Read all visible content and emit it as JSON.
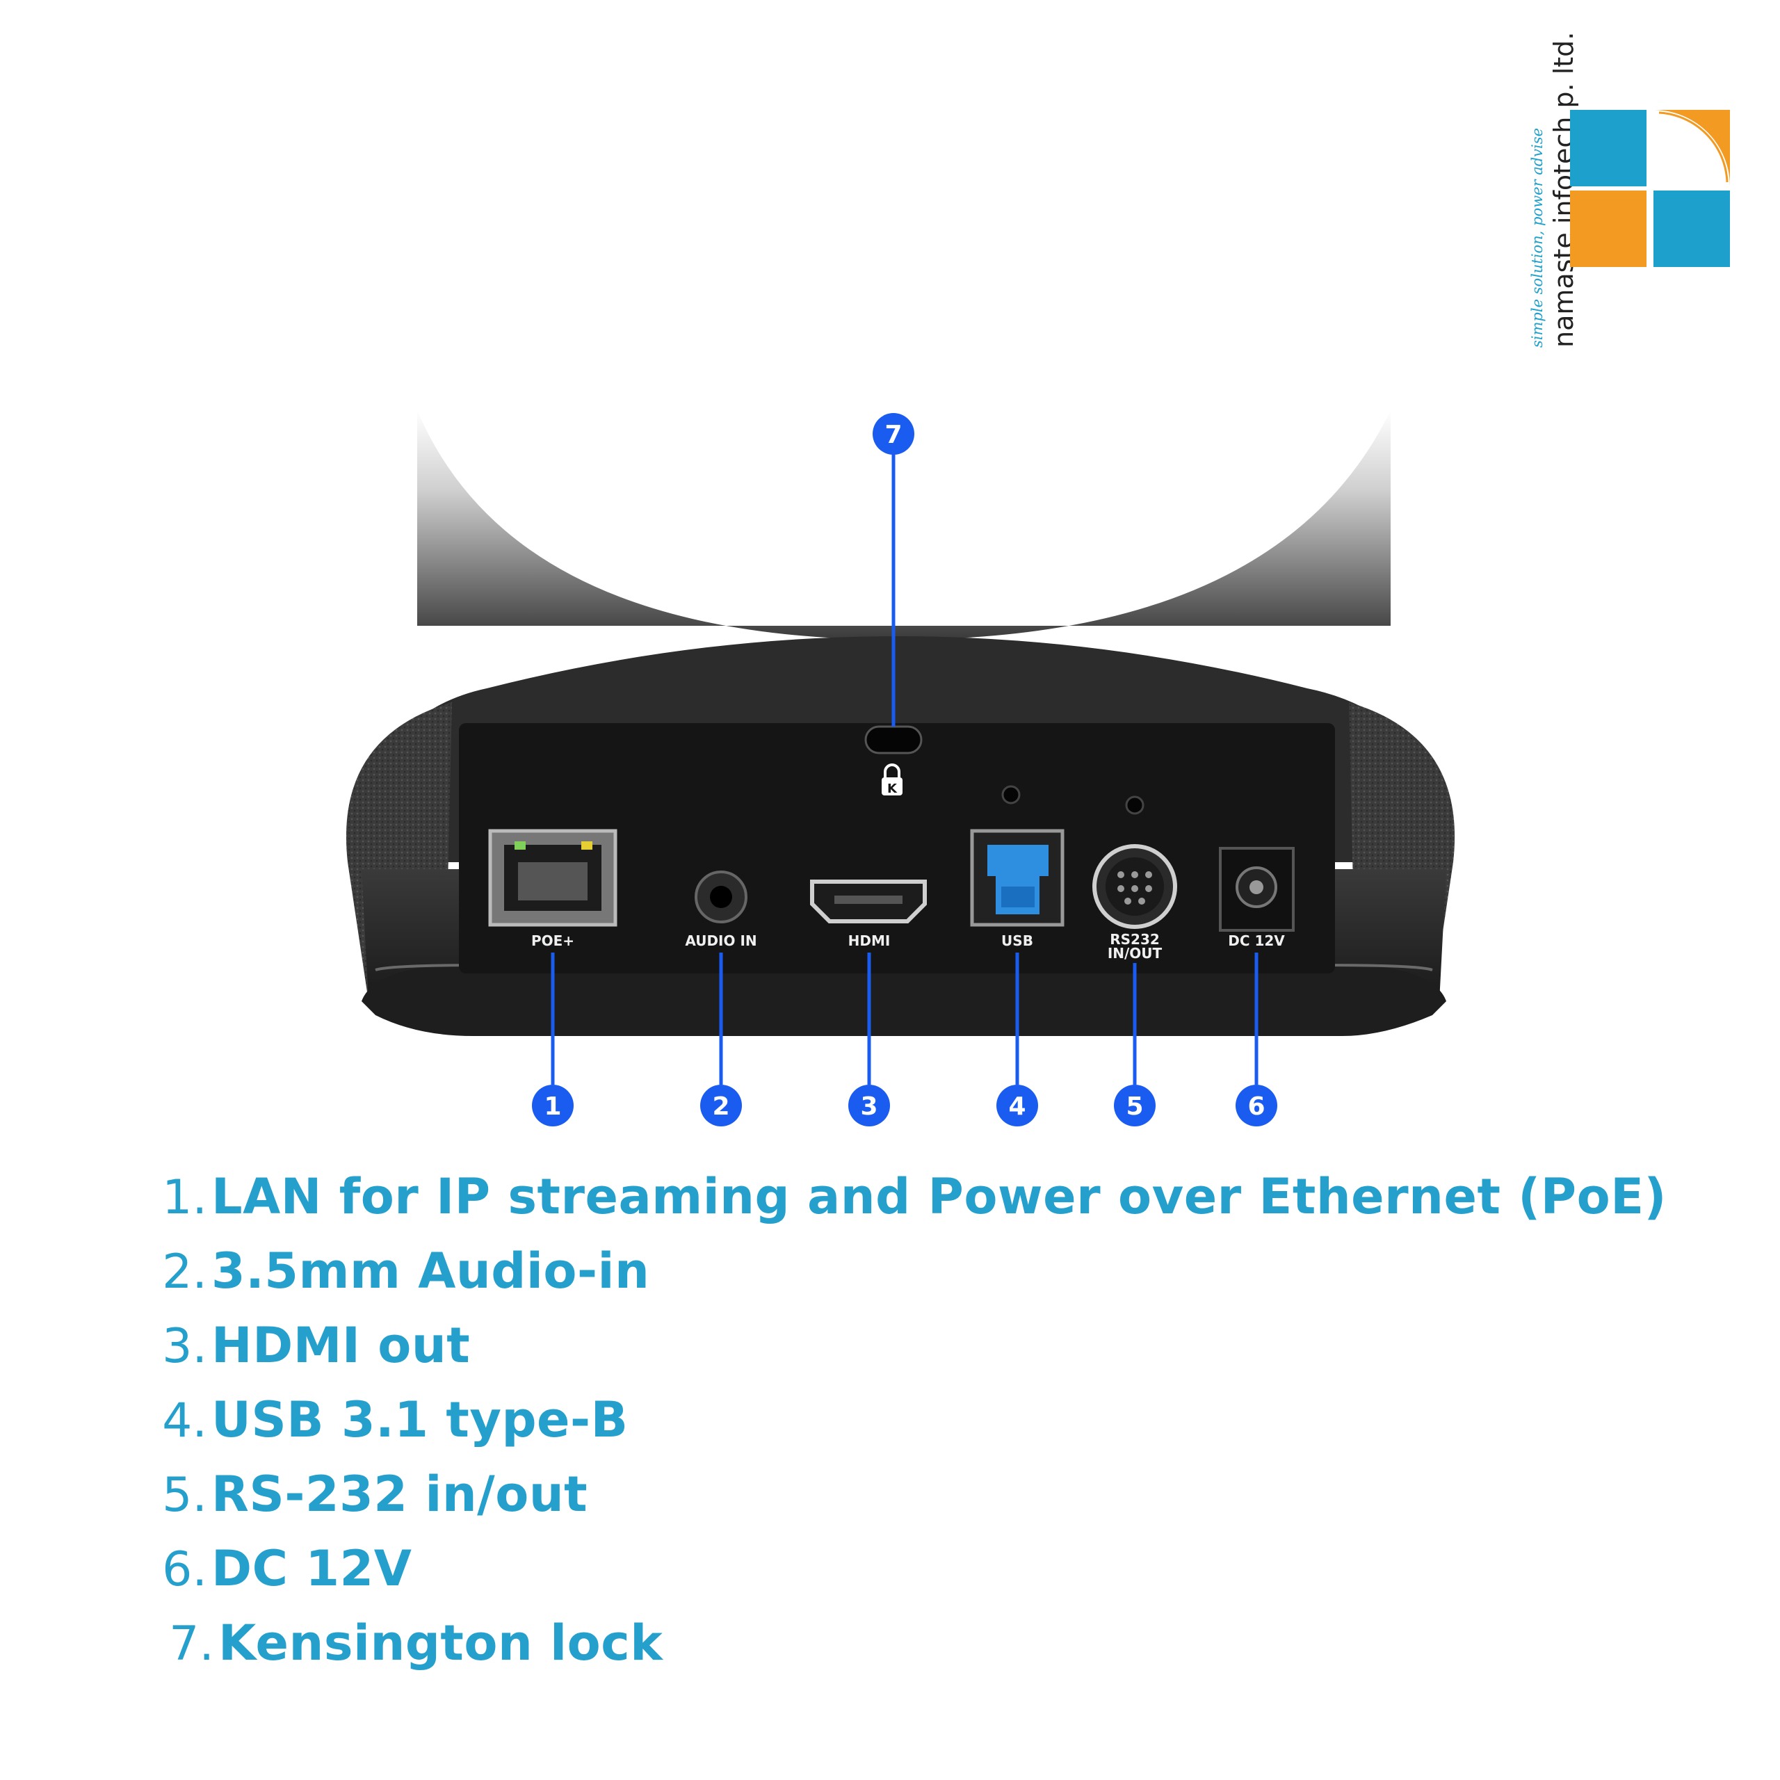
{
  "brand": {
    "name": "namaste infotech p. ltd.",
    "tagline": "simple solution, power advise",
    "colors": {
      "blue": "#1ea0cc",
      "orange": "#f39a23"
    }
  },
  "device": {
    "port_labels": [
      "POE+",
      "AUDIO IN",
      "HDMI",
      "USB",
      "RS232",
      "IN/OUT",
      "DC 12V"
    ],
    "lock_icon_letter": "K",
    "callouts": [
      "1",
      "2",
      "3",
      "4",
      "5",
      "6",
      "7"
    ],
    "callout_color": "#1a5cf0"
  },
  "ports": [
    {
      "num": "1.",
      "text": "LAN for IP streaming and Power over Ethernet (PoE)"
    },
    {
      "num": "2.",
      "text": "3.5mm Audio-in"
    },
    {
      "num": "3.",
      "text": "HDMI out"
    },
    {
      "num": "4.",
      "text": "USB 3.1 type-B"
    },
    {
      "num": "5.",
      "text": "RS-232 in/out"
    },
    {
      "num": "6.",
      "text": "DC 12V"
    },
    {
      "num": "7.",
      "text": "Kensington lock"
    }
  ]
}
